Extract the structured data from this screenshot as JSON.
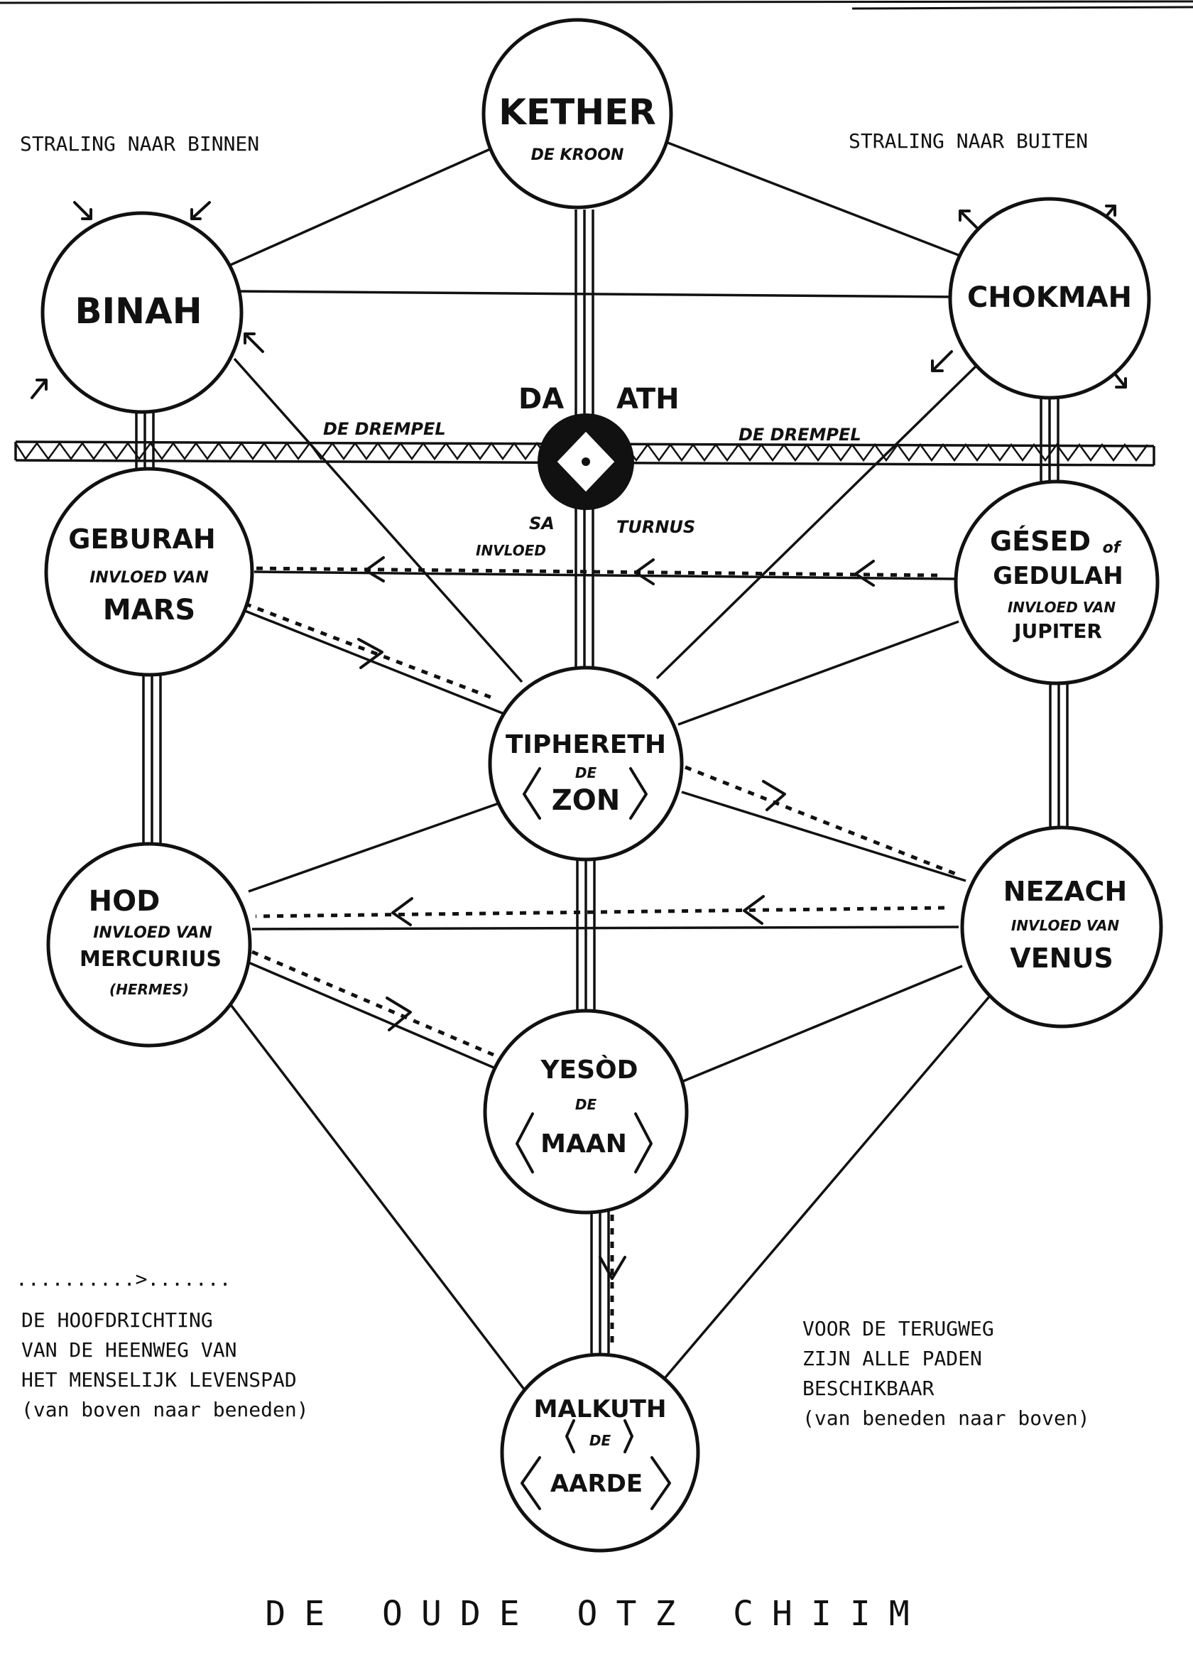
{
  "title": "DE OUDE OTZ CHIIM",
  "labels": {
    "left_top": "STRALING NAAR BINNEN",
    "right_top": "STRALING NAAR BUITEN",
    "threshold_left": "DE DREMPEL",
    "threshold_right": "DE DREMPEL",
    "daath_a": "DA",
    "daath_b": "ATH",
    "saturnus_a": "SA",
    "saturnus_b": "TURNUS",
    "saturnus_c": "INVLOED"
  },
  "nodes": {
    "kether": {
      "name": "KETHER",
      "sub": "DE KROON"
    },
    "binah": {
      "name": "BINAH"
    },
    "chokmah": {
      "name": "CHOKMAH"
    },
    "geburah": {
      "name": "GEBURAH",
      "sub": "INVLOED VAN",
      "planet": "MARS"
    },
    "gesed": {
      "name": "GÉSED",
      "of": "of",
      "alt": "GEDULAH",
      "sub": "INVLOED VAN",
      "planet": "JUPITER"
    },
    "tiphereth": {
      "name": "TIPHERETH",
      "de": "DE",
      "planet": "ZON"
    },
    "hod": {
      "name": "HOD",
      "sub": "INVLOED VAN",
      "planet": "MERCURIUS",
      "alt": "(HERMES)"
    },
    "nezach": {
      "name": "NEZACH",
      "sub": "INVLOED VAN",
      "planet": "VENUS"
    },
    "yesod": {
      "name": "YESÒD",
      "de": "DE",
      "planet": "MAAN"
    },
    "malkuth": {
      "name": "MALKUTH",
      "de": "DE",
      "planet": "AARDE"
    }
  },
  "legend_left": {
    "symbol": "..........>.......",
    "line1": "DE HOOFDRICHTING",
    "line2": "VAN DE HEENWEG VAN",
    "line3": "HET MENSELIJK LEVENSPAD",
    "line4": "(van boven naar beneden)"
  },
  "legend_right": {
    "line1": "VOOR DE TERUGWEG",
    "line2": "ZIJN ALLE PADEN",
    "line3": "BESCHIKBAAR",
    "line4": "(van beneden naar boven)"
  }
}
